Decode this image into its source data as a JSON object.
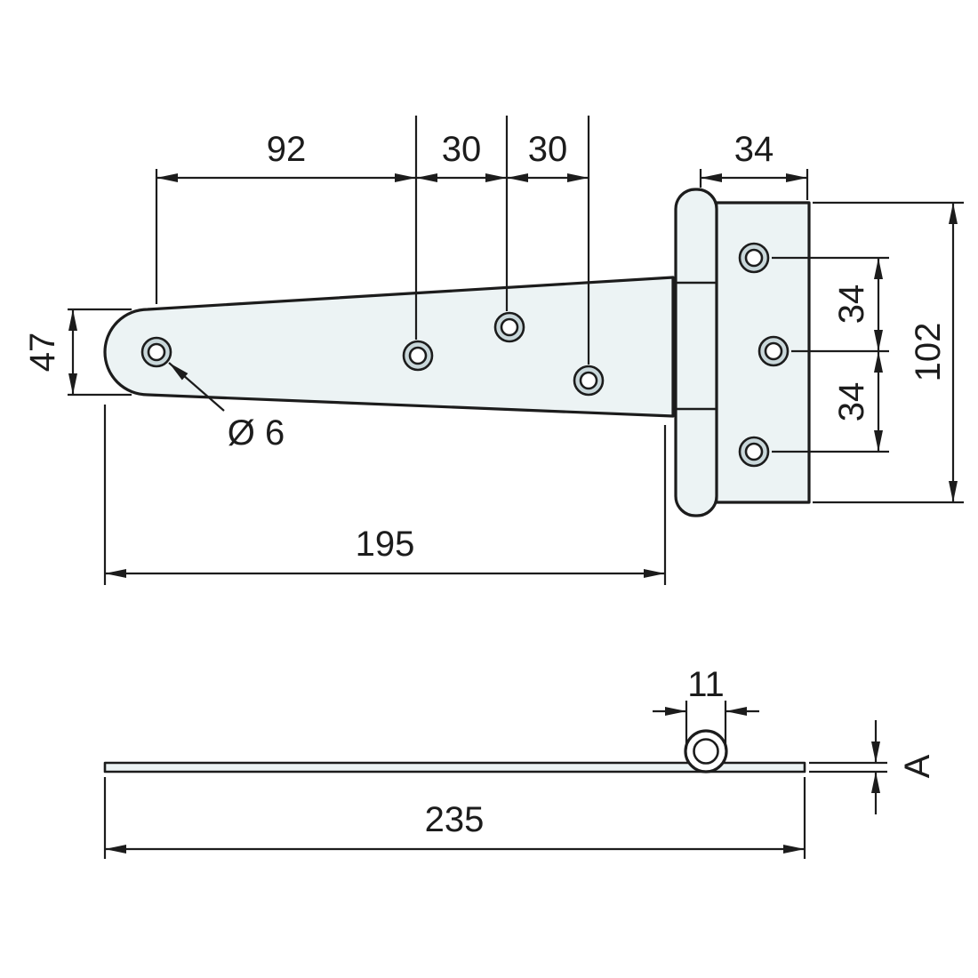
{
  "dims": {
    "hole_span_92": "92",
    "hole_gap_30a": "30",
    "hole_gap_30b": "30",
    "plate_width_34": "34",
    "nose_height_47": "47",
    "plate_height_102": "102",
    "plate_hole_gap_34a": "34",
    "plate_hole_gap_34b": "34",
    "hole_diameter": "Ø 6",
    "strap_length_195": "195",
    "knuckle_dia_11": "11",
    "thickness_label": "A",
    "overall_length_235": "235"
  },
  "colors": {
    "line": "#1c1c1c",
    "metal_fill": "#ecf3f4",
    "hole_ring_fill": "#c9d7da",
    "background": "#ffffff"
  }
}
